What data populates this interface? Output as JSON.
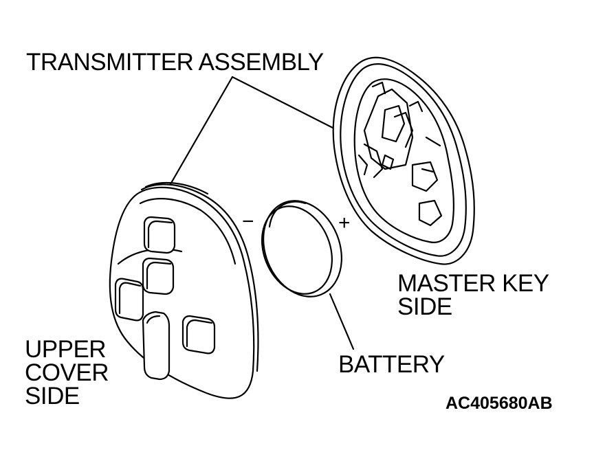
{
  "labels": {
    "transmitter_assembly": "TRANSMITTER ASSEMBLY",
    "master_key_side_line1": "MASTER KEY",
    "master_key_side_line2": "SIDE",
    "battery": "BATTERY",
    "upper_cover_side_line1": "UPPER",
    "upper_cover_side_line2": "COVER",
    "upper_cover_side_line3": "SIDE",
    "minus": "−",
    "plus": "+",
    "figure_code": "AC405680AB"
  },
  "colors": {
    "line": "#000000",
    "background": "#ffffff"
  }
}
